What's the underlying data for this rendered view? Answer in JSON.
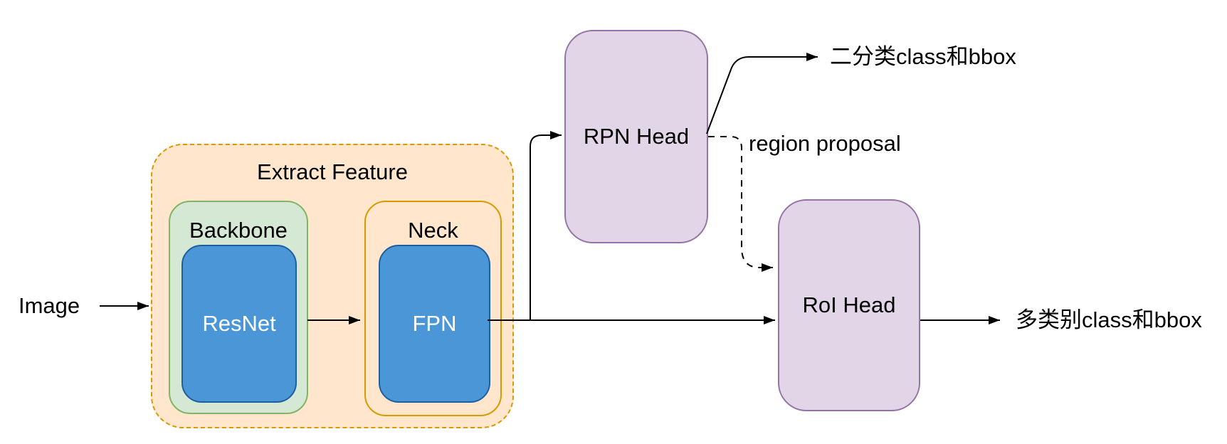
{
  "diagram": {
    "input_label": "Image",
    "extract_feature": {
      "title": "Extract Feature",
      "backbone": {
        "label": "Backbone",
        "block": "ResNet"
      },
      "neck": {
        "label": "Neck",
        "block": "FPN"
      }
    },
    "rpn_head": {
      "label": "RPN Head"
    },
    "roi_head": {
      "label": "RoI Head"
    },
    "outputs": {
      "rpn_output": "二分类class和bbox",
      "region_proposal": "region proposal",
      "roi_output": "多类别class和bbox"
    },
    "connections": {
      "image_to_extract": "Image -> Extract Feature",
      "resnet_to_fpn": "ResNet -> FPN",
      "fpn_to_rpn": "FPN -> RPN Head",
      "fpn_to_roi": "FPN -> RoI Head",
      "rpn_to_binary_output": "RPN Head -> 二分类class和bbox",
      "rpn_to_roi_region_proposal": "RPN Head -> RoI Head (region proposal, dashed)",
      "roi_to_multiclass_output": "RoI Head -> 多类别class和bbox"
    }
  },
  "colors": {
    "bg": "#ffffff",
    "line": "#000000",
    "text": "#000000",
    "orange-fill": "#FFE6CC",
    "orange-stroke": "#D79B00",
    "green-fill": "#D5E8D4",
    "green-stroke": "#82B366",
    "blue-fill": "#4B96D7",
    "blue-stroke": "#1E5FA0",
    "purple-fill": "#E1D5E7",
    "purple-stroke": "#9673A6",
    "white-text": "#ffffff"
  }
}
